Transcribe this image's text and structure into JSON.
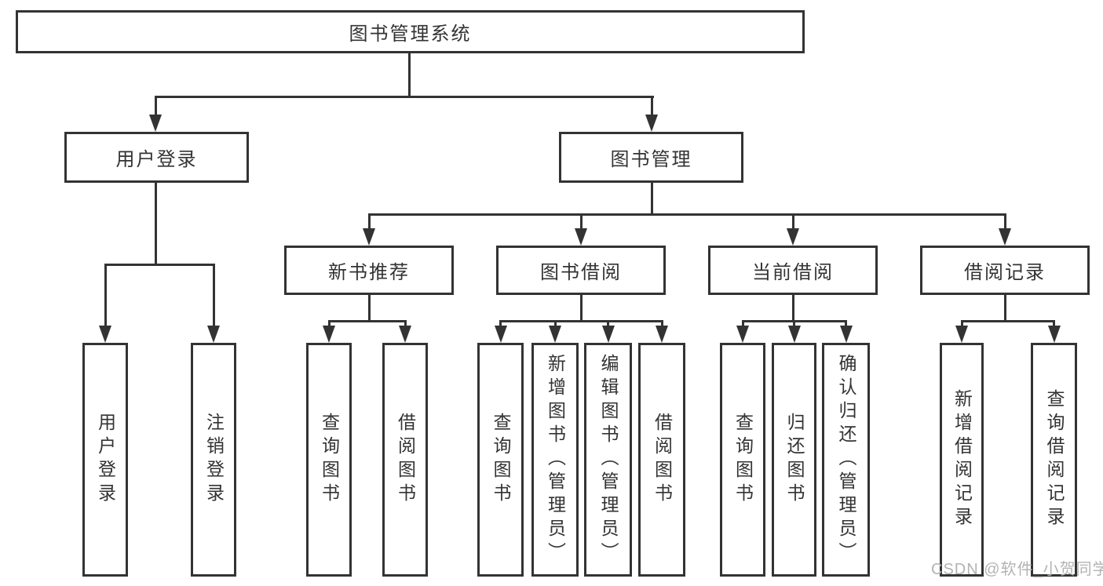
{
  "diagram": {
    "title": "图书管理系统",
    "level2": {
      "user_login": "用户登录",
      "book_mgmt": "图书管理"
    },
    "level3": {
      "new_book": "新书推荐",
      "book_borrow": "图书借阅",
      "current_borrow": "当前借阅",
      "borrow_record": "借阅记录"
    },
    "leaves": {
      "user_login": [
        "用户登录",
        "注销登录"
      ],
      "new_book": [
        "查询图书",
        "借阅图书"
      ],
      "book_borrow": [
        "查询图书",
        "新增图书（管理员）",
        "编辑图书（管理员）",
        "借阅图书"
      ],
      "current_borrow": [
        "查询图书",
        "归还图书",
        "确认归还（管理员）"
      ],
      "borrow_record": [
        "新增借阅记录",
        "查询借阅记录"
      ]
    }
  },
  "watermark": "CSDN @软件_小贺同学",
  "colors": {
    "line": "#333333",
    "text": "#333333",
    "watermark": "#b3b3b3",
    "background": "#ffffff"
  }
}
